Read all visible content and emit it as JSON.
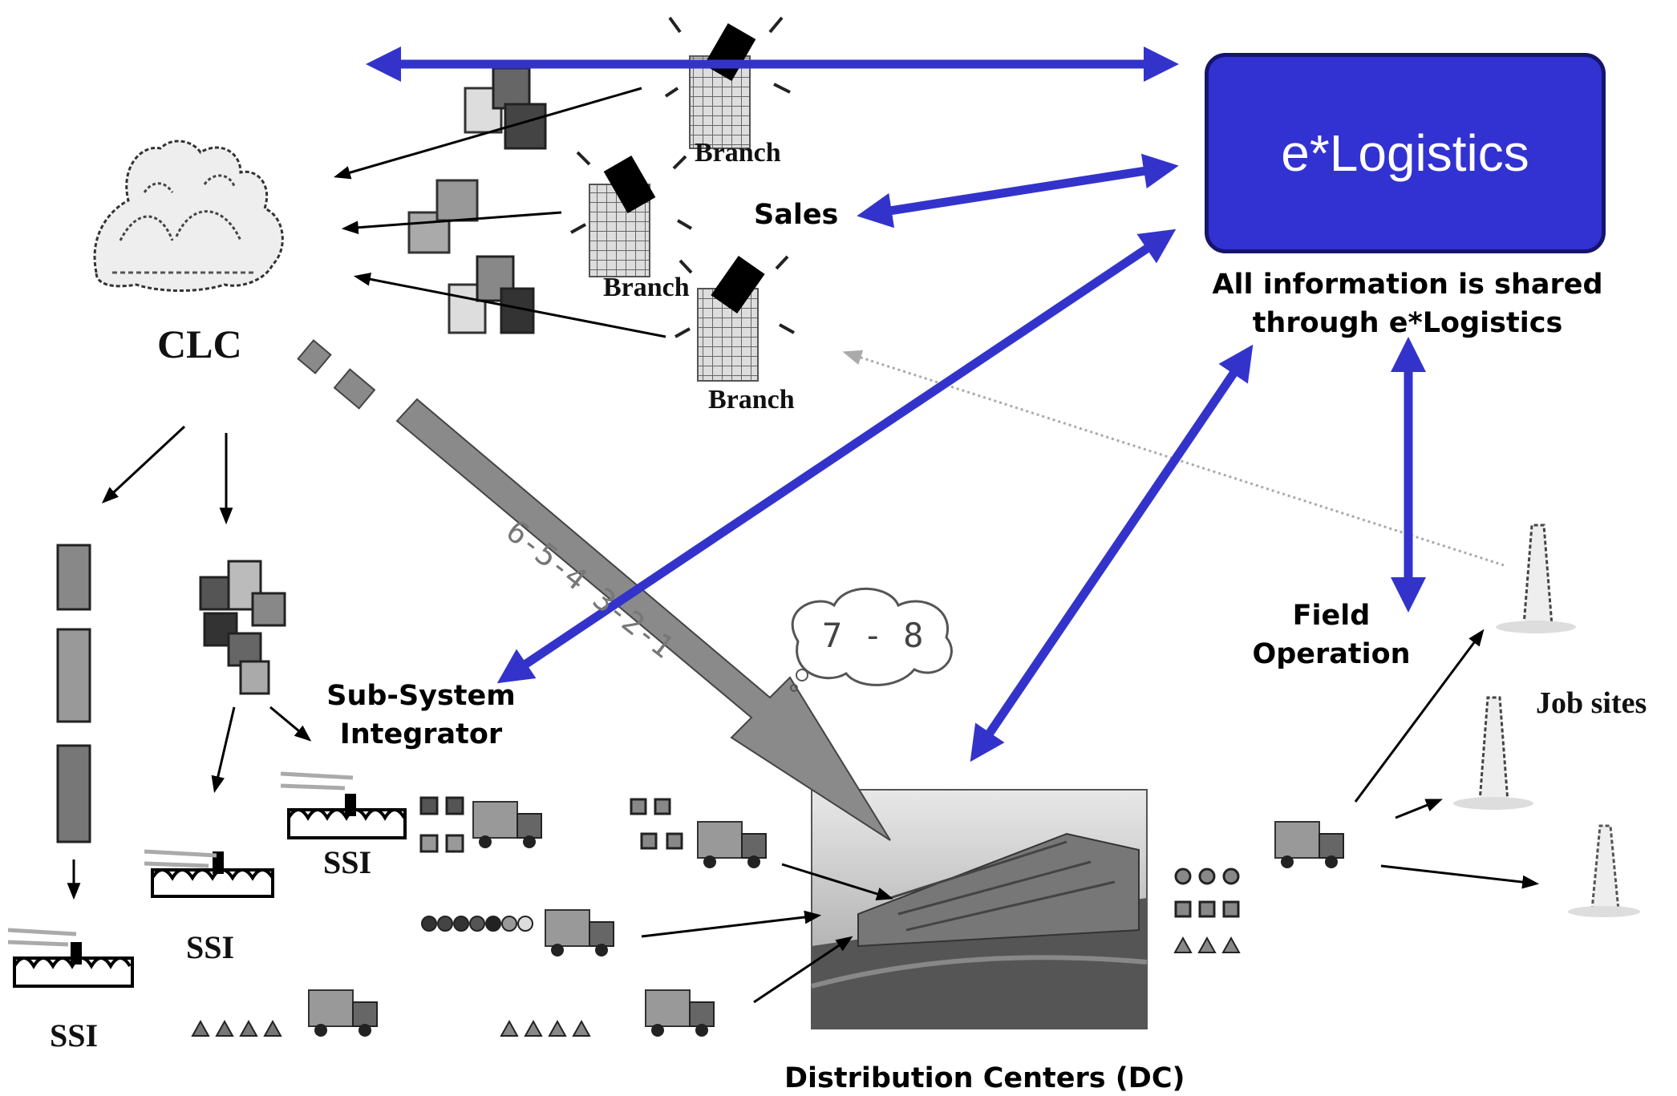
{
  "elogistics": {
    "title": "e*Logistics",
    "caption_line1": "All information is shared",
    "caption_line2": "through e*Logistics"
  },
  "labels": {
    "clc": "CLC",
    "branch": "Branch",
    "sales": "Sales",
    "sub_system_line1": "Sub-System",
    "sub_system_line2": "Integrator",
    "ssi": "SSI",
    "field_line1": "Field",
    "field_line2": "Operation",
    "job_sites": "Job sites",
    "dc": "Distribution Centers (DC)",
    "countdown": "6-5-4 3-2-1",
    "cloud": "7 - 8"
  },
  "colors": {
    "arrow_blue": "#3333cc",
    "box_blue": "#3232d2",
    "big_arrow_gray": "#8a8a8a"
  }
}
